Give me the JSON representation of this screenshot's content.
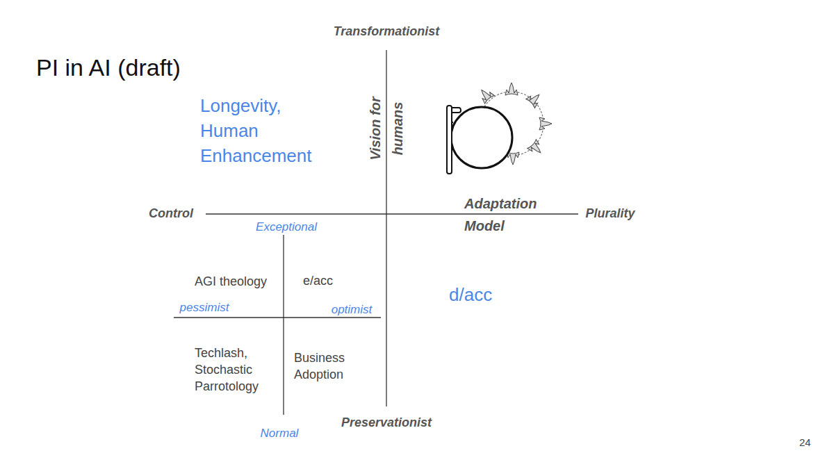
{
  "diagram": {
    "title": "PI in AI (draft)",
    "labels": [
      "Transformationist",
      "Longevity, Human Enhancement",
      "Vision for humans",
      "Control",
      "Adaptation Model",
      "Plurality",
      "Exceptional",
      "AGI theology",
      "e/acc",
      "d/acc",
      "pessimist",
      "optimist",
      "Techlash, Stochastic Parrotology",
      "Business Adoption",
      "Preservationist",
      "Normal",
      "24"
    ]
  }
}
